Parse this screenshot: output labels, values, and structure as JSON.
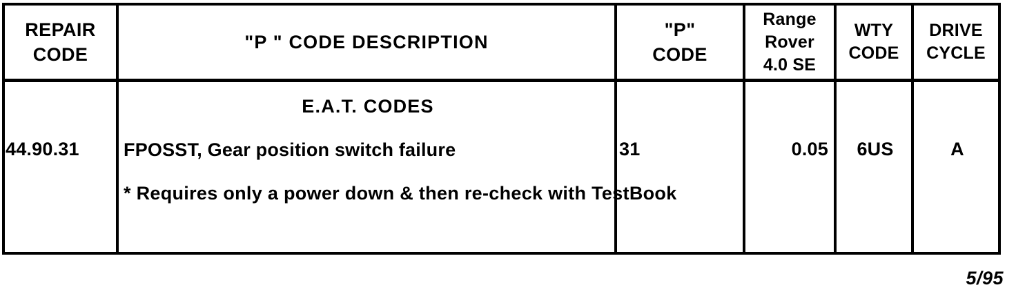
{
  "document": {
    "title": "E.A.T. Repair Code Table",
    "page_marker": "5/95",
    "ink_color": "#000000",
    "paper_color": "#ffffff"
  },
  "table": {
    "columns": [
      {
        "key": "repair_code",
        "header": "REPAIR\nCODE"
      },
      {
        "key": "description",
        "header": "\"P \" CODE DESCRIPTION"
      },
      {
        "key": "p_code",
        "header": "\"P\"\nCODE"
      },
      {
        "key": "range_rover",
        "header": "Range\nRover\n4.0 SE"
      },
      {
        "key": "wty_code",
        "header": "WTY\nCODE"
      },
      {
        "key": "drive_cycle",
        "header": "DRIVE\nCYCLE"
      }
    ],
    "rows": [
      {
        "repair_code": "44.90.31",
        "description_title": "E.A.T. CODES",
        "description_line": "FPOSST, Gear position switch failure",
        "description_note": "* Requires only a power down & then re-check with TestBook",
        "p_code": "31",
        "range_rover": "0.05",
        "wty_code": "6US",
        "drive_cycle": "A"
      }
    ]
  }
}
